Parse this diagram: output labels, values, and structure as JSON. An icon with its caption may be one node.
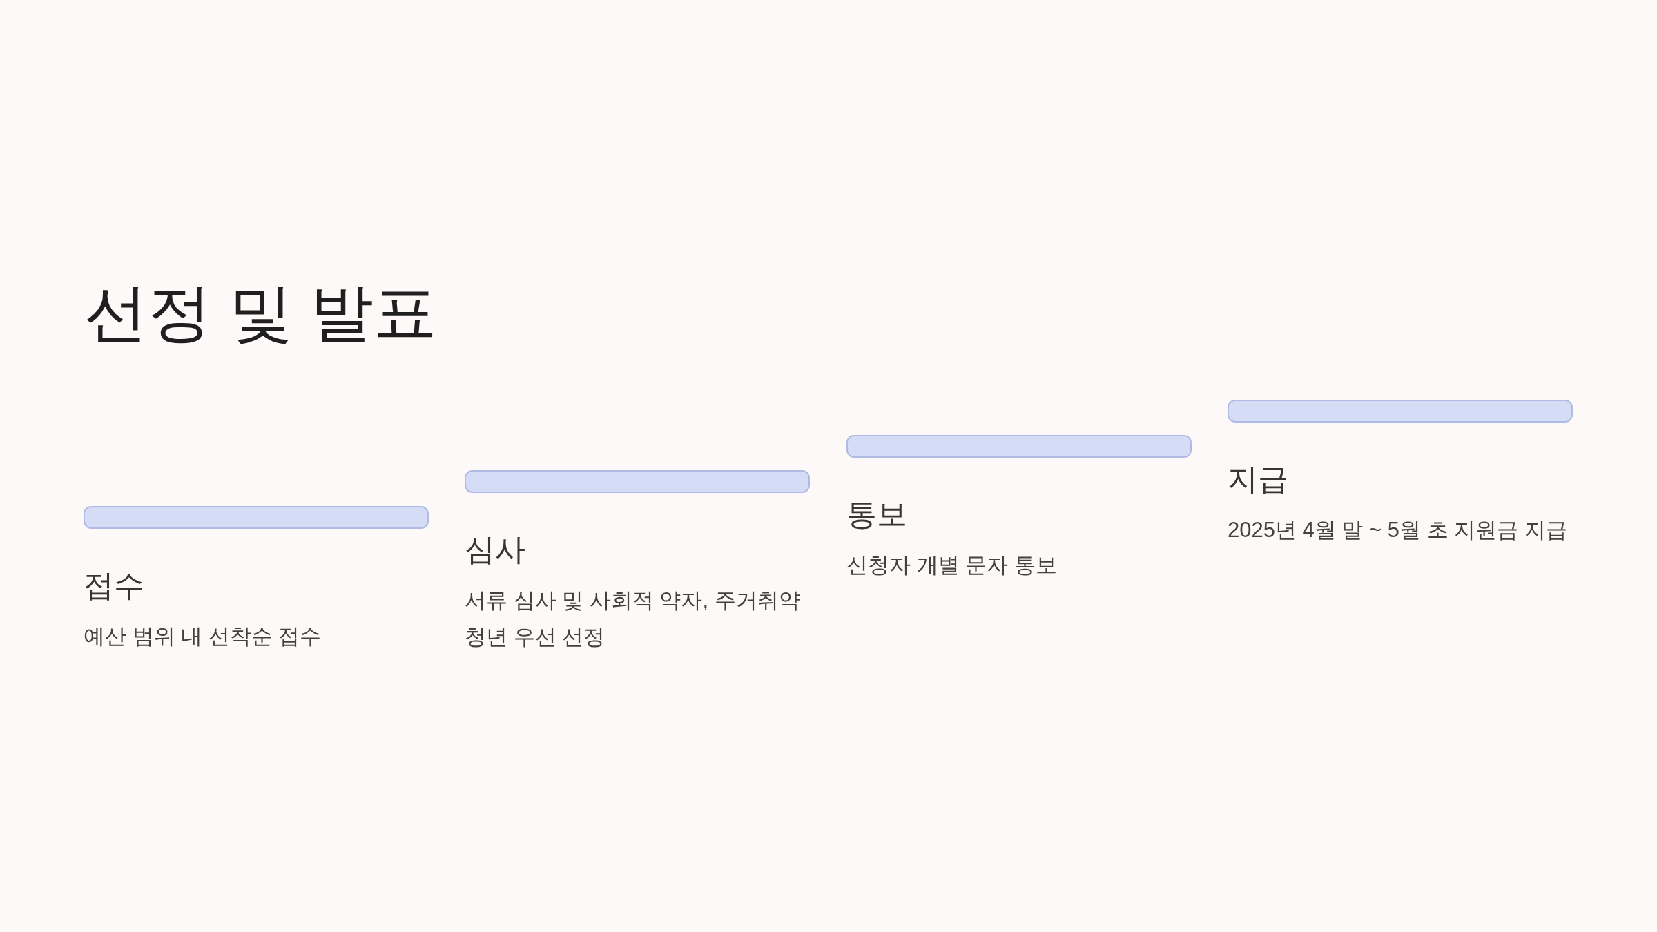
{
  "diagram": {
    "title": "선정 및 발표",
    "nodes": [
      {
        "text": [],
        "shape": "bar",
        "beside": [
          "접수",
          "예산 범위 내 선착순 접수"
        ]
      },
      {
        "text": [],
        "shape": "bar",
        "beside": [
          "심사",
          "서류 심사 및 사회적 약자, 주거취약 청년 우선 선정"
        ]
      },
      {
        "text": [],
        "shape": "bar",
        "beside": [
          "통보",
          "신청자 개별 문자 통보"
        ]
      },
      {
        "text": [],
        "shape": "bar",
        "beside": [
          "지급",
          "2025년 4월 말 ~ 5월 초 지원금 지급"
        ]
      }
    ]
  }
}
